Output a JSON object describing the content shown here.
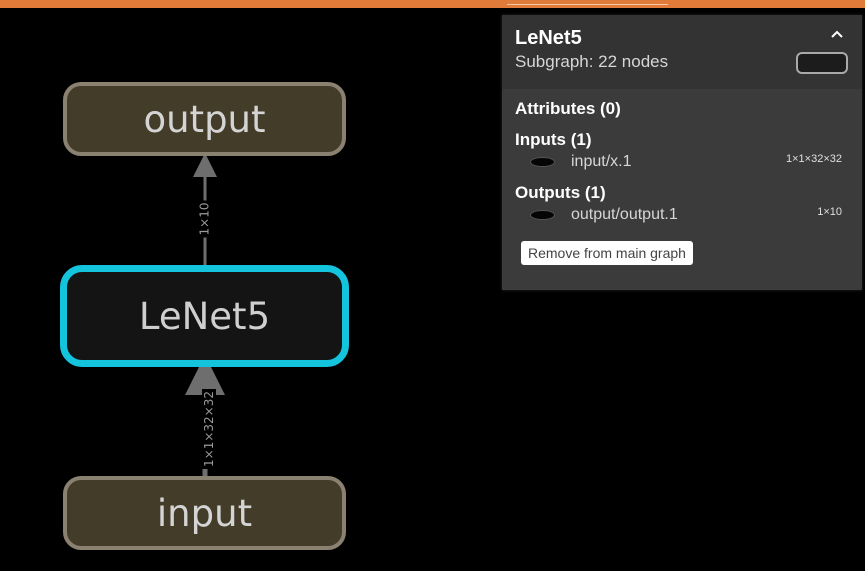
{
  "colors": {
    "topbar": "#e07b39",
    "io_node_fill": "#433c29",
    "io_node_border": "#8a8170",
    "selected_node_border": "#14c4dc",
    "edge": "#6e6e6e",
    "panel_bg": "#3b3b3b"
  },
  "graph": {
    "nodes": {
      "output": "output",
      "subgraph": "LeNet5",
      "input": "input"
    },
    "edges": {
      "top_label": "1×10",
      "bottom_label": "1×1×32×32"
    }
  },
  "panel": {
    "title": "LeNet5",
    "subtitle": "Subgraph: 22 nodes",
    "collapse_icon": "chevron-up-icon",
    "attributes_title": "Attributes (0)",
    "inputs_title": "Inputs (1)",
    "inputs": [
      {
        "name": "input/x.1",
        "shape": "1×1×32×32"
      }
    ],
    "outputs_title": "Outputs (1)",
    "outputs": [
      {
        "name": "output/output.1",
        "shape": "1×10"
      }
    ],
    "remove_label": "Remove from main graph"
  }
}
